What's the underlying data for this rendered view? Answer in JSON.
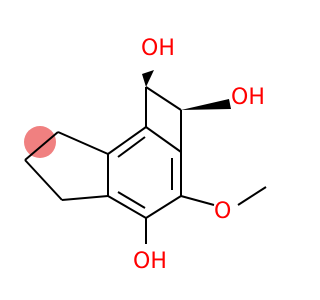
{
  "molecule": {
    "labels": {
      "oh_top": "OH",
      "oh_right": "OH",
      "oh_bottom": "OH",
      "o_methoxy": "O"
    },
    "colors": {
      "bond": "#000000",
      "heteroatom": "#ff0000",
      "highlight": "#f08080"
    }
  }
}
